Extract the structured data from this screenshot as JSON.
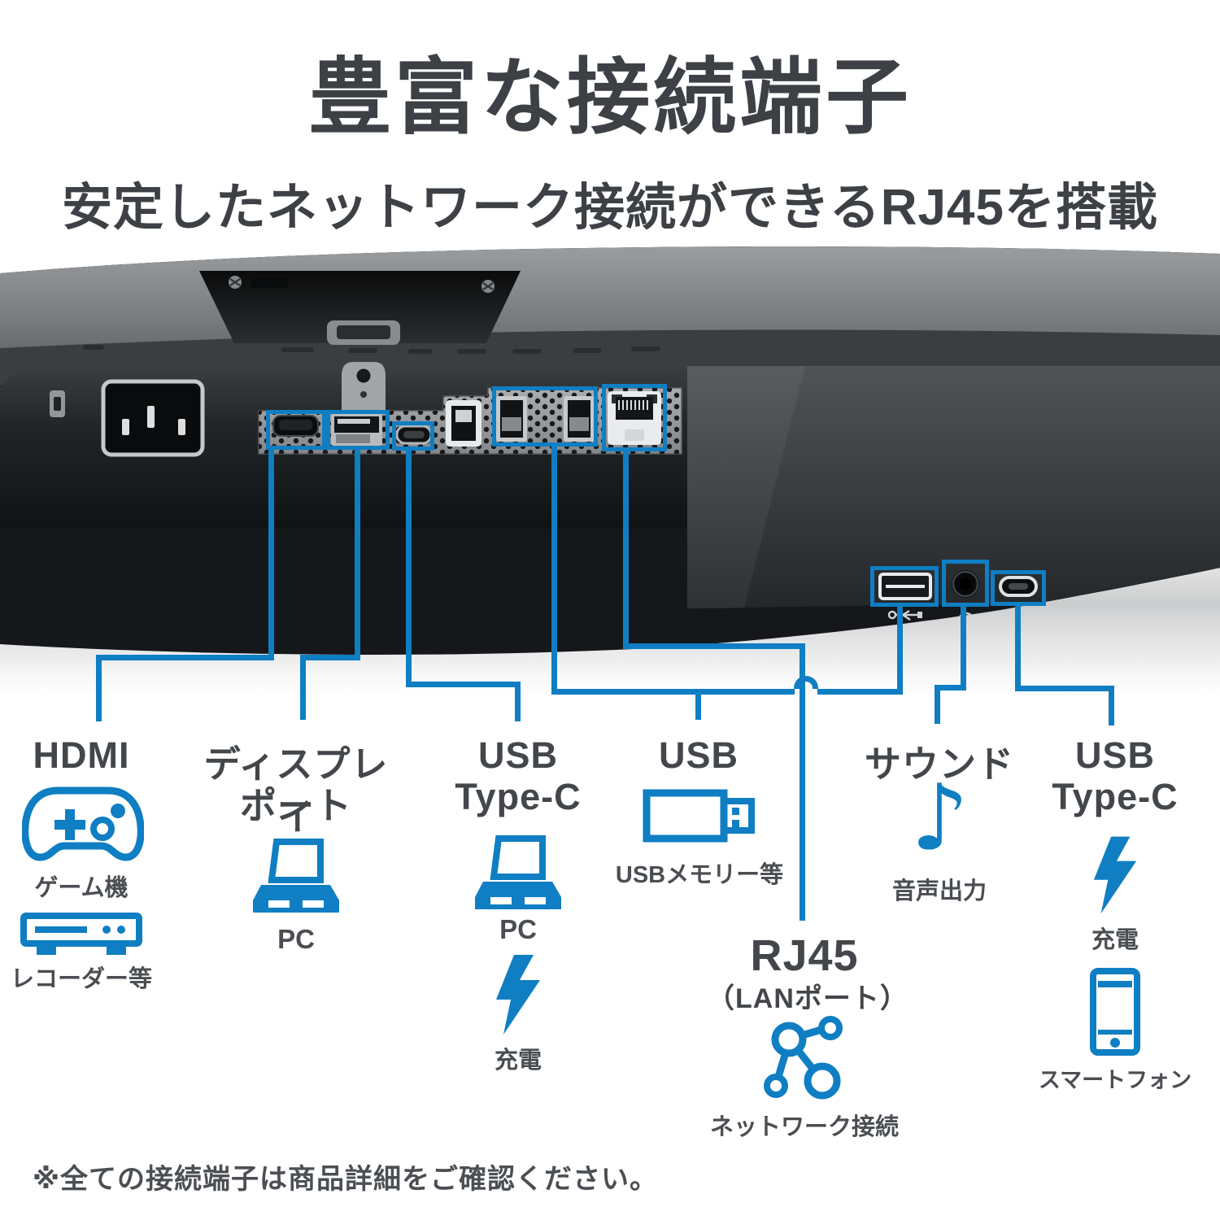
{
  "accent_color": "#0f7ec3",
  "header": {
    "title": "豊富な接続端子",
    "subtitle": "安定したネットワーク接続ができるRJ45を搭載"
  },
  "columns": [
    {
      "id": "hdmi",
      "title": "HDMI",
      "items": [
        {
          "icon": "game-controller-icon",
          "label": "ゲーム機"
        },
        {
          "icon": "recorder-icon",
          "label": "レコーダー等"
        }
      ]
    },
    {
      "id": "displayport",
      "title": "ディスプレイ",
      "subtitle": "ポート",
      "items": [
        {
          "icon": "laptop-icon",
          "label": "PC"
        }
      ]
    },
    {
      "id": "usb-type-c-main",
      "title": "USB",
      "subtitle": "Type-C",
      "items": [
        {
          "icon": "laptop-icon",
          "label": "PC"
        },
        {
          "icon": "lightning-icon",
          "label": "充電"
        }
      ]
    },
    {
      "id": "usb-hub",
      "title": "USB",
      "items": [
        {
          "icon": "usb-memory-icon",
          "label": "USBメモリー等"
        }
      ]
    },
    {
      "id": "sound",
      "title": "サウンド",
      "items": [
        {
          "icon": "music-note-icon",
          "glyph": "♪",
          "label": "音声出力"
        }
      ]
    },
    {
      "id": "usb-type-c-side",
      "title": "USB",
      "subtitle": "Type-C",
      "items": [
        {
          "icon": "lightning-icon",
          "label": "充電"
        },
        {
          "icon": "smartphone-icon",
          "label": "スマートフォン"
        }
      ]
    },
    {
      "id": "rj45",
      "title": "RJ45",
      "subtitle": "（LANポート）",
      "items": [
        {
          "icon": "network-icon",
          "label": "ネットワーク接続"
        }
      ]
    }
  ],
  "footnote": "※全ての接続端子は商品詳細をご確認ください。"
}
